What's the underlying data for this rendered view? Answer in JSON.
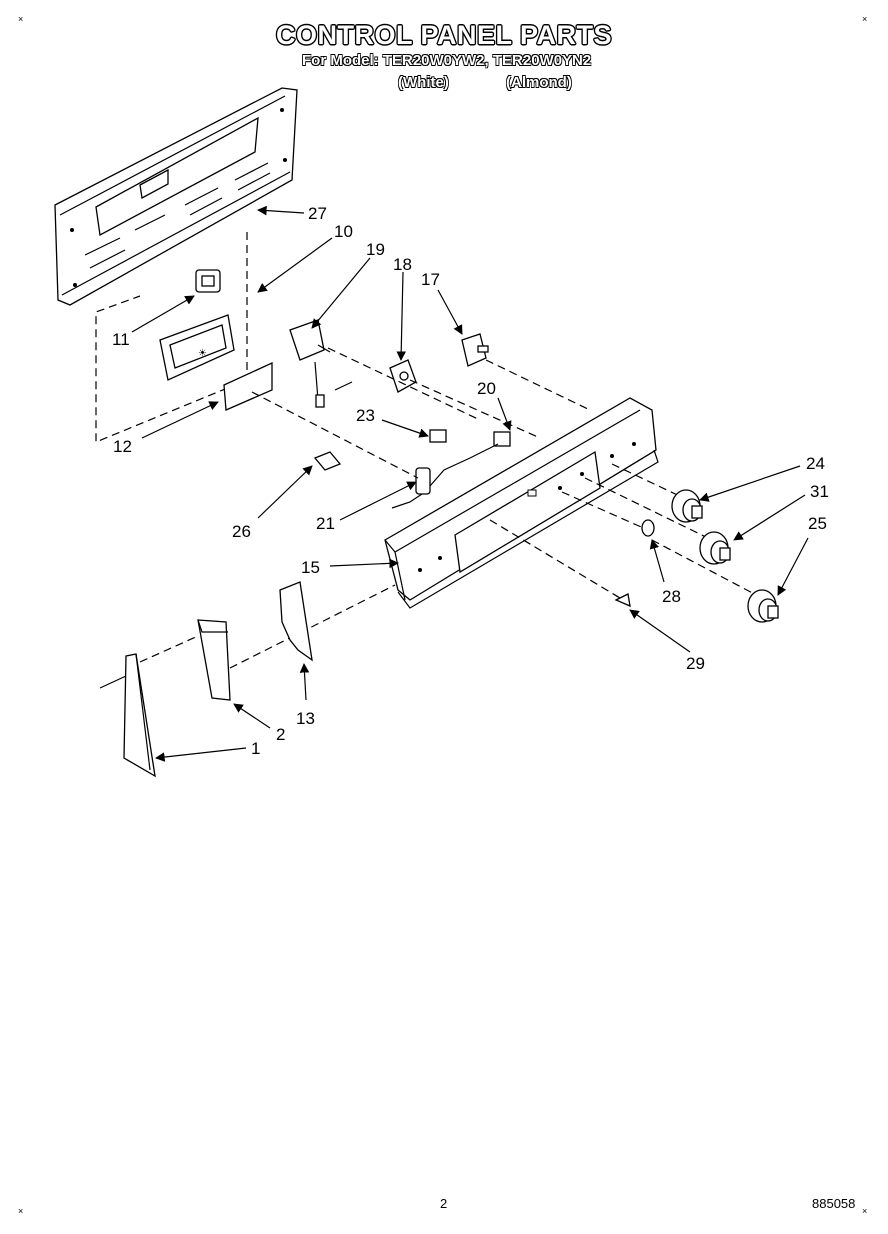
{
  "title": "CONTROL PANEL PARTS",
  "model_line": "For Model: TER20W0YW2, TER20W0YN2",
  "color_white": "(White)",
  "color_almond": "(Almond)",
  "callouts": {
    "c27": "27",
    "c10": "10",
    "c19": "19",
    "c18": "18",
    "c17": "17",
    "c11": "11",
    "c20": "20",
    "c23": "23",
    "c12": "12",
    "c24": "24",
    "c31": "31",
    "c25": "25",
    "c26": "26",
    "c21": "21",
    "c15": "15",
    "c28": "28",
    "c29": "29",
    "c13": "13",
    "c2": "2",
    "c1": "1"
  },
  "page_number": "2",
  "doc_number": "885058"
}
